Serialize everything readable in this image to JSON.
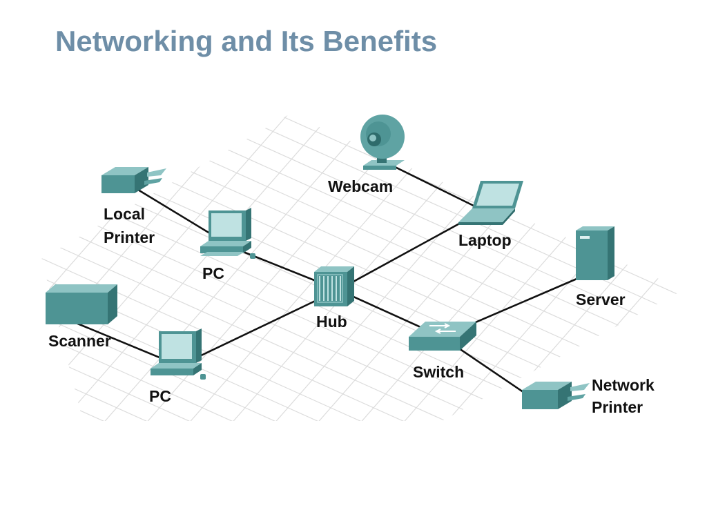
{
  "slide": {
    "title": "Networking and Its Benefits"
  },
  "colors": {
    "title": "#6e8ea7",
    "device_top": "#8fc4c4",
    "device_front": "#4e9494",
    "device_side": "#357474",
    "screen": "#bfe2e2",
    "cable": "#111111",
    "grid": "#dcdcdc"
  },
  "devices": {
    "local_printer": {
      "icon": "printer-icon",
      "label_lines": [
        "Local",
        "Printer"
      ]
    },
    "pc_top": {
      "icon": "desktop-pc-icon",
      "label_lines": [
        "PC"
      ]
    },
    "webcam": {
      "icon": "webcam-icon",
      "label_lines": [
        "Webcam"
      ]
    },
    "laptop": {
      "icon": "laptop-icon",
      "label_lines": [
        "Laptop"
      ]
    },
    "server": {
      "icon": "server-icon",
      "label_lines": [
        "Server"
      ]
    },
    "hub": {
      "icon": "hub-icon",
      "label_lines": [
        "Hub"
      ]
    },
    "scanner": {
      "icon": "scanner-icon",
      "label_lines": [
        "Scanner"
      ]
    },
    "pc_bottom": {
      "icon": "desktop-pc-icon",
      "label_lines": [
        "PC"
      ]
    },
    "switch": {
      "icon": "switch-icon",
      "label_lines": [
        "Switch"
      ]
    },
    "network_printer": {
      "icon": "printer-icon",
      "label_lines": [
        "Network",
        "Printer"
      ]
    }
  },
  "links": [
    [
      "local_printer",
      "pc_top"
    ],
    [
      "pc_top",
      "hub"
    ],
    [
      "webcam",
      "laptop"
    ],
    [
      "laptop",
      "hub"
    ],
    [
      "scanner",
      "pc_bottom"
    ],
    [
      "pc_bottom",
      "hub"
    ],
    [
      "hub",
      "switch"
    ],
    [
      "switch",
      "server"
    ],
    [
      "switch",
      "network_printer"
    ]
  ]
}
